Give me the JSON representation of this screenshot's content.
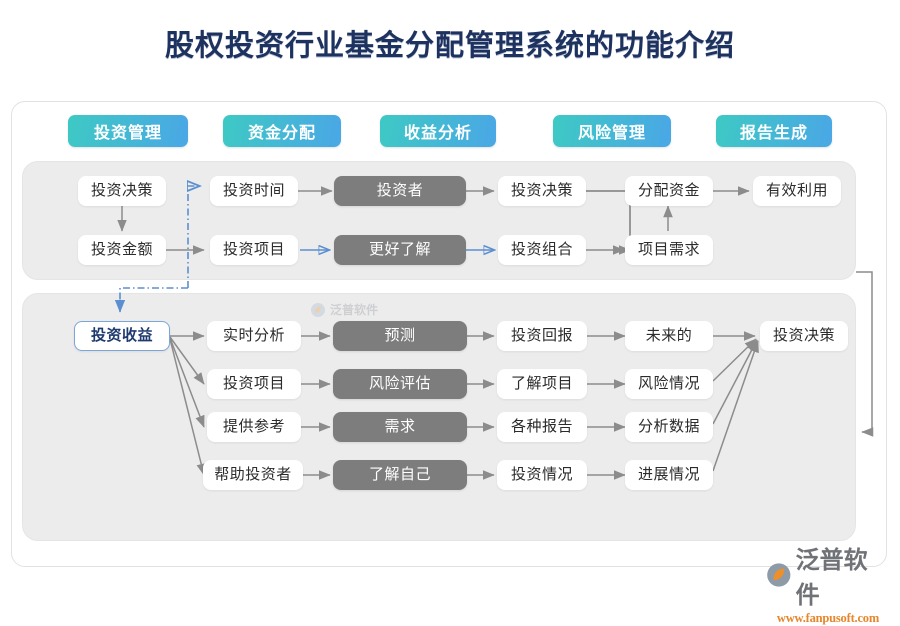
{
  "title": "股权投资行业基金分配管理系统的功能介绍",
  "tabs": [
    {
      "label": "投资管理"
    },
    {
      "label": "资金分配"
    },
    {
      "label": "收益分析"
    },
    {
      "label": "风险管理"
    },
    {
      "label": "报告生成"
    }
  ],
  "panel_top": {
    "nodes": [
      {
        "id": "t-r1c1",
        "label": "投资决策",
        "style": "white"
      },
      {
        "id": "t-r1c2",
        "label": "投资时间",
        "style": "white"
      },
      {
        "id": "t-r1c3",
        "label": "投资者",
        "style": "gray"
      },
      {
        "id": "t-r1c4",
        "label": "投资决策",
        "style": "white"
      },
      {
        "id": "t-r1c5",
        "label": "分配资金",
        "style": "white"
      },
      {
        "id": "t-r1c6",
        "label": "有效利用",
        "style": "white"
      },
      {
        "id": "t-r2c1",
        "label": "投资金额",
        "style": "white"
      },
      {
        "id": "t-r2c2",
        "label": "投资项目",
        "style": "white"
      },
      {
        "id": "t-r2c3",
        "label": "更好了解",
        "style": "gray"
      },
      {
        "id": "t-r2c4",
        "label": "投资组合",
        "style": "white"
      },
      {
        "id": "t-r2c5",
        "label": "项目需求",
        "style": "white"
      }
    ]
  },
  "panel_bottom": {
    "nodes": [
      {
        "id": "b-root",
        "label": "投资收益",
        "style": "accent"
      },
      {
        "id": "b-r1c2",
        "label": "实时分析",
        "style": "white"
      },
      {
        "id": "b-r1c3",
        "label": "预测",
        "style": "gray"
      },
      {
        "id": "b-r1c4",
        "label": "投资回报",
        "style": "white"
      },
      {
        "id": "b-r1c5",
        "label": "未来的",
        "style": "white"
      },
      {
        "id": "b-r1c6",
        "label": "投资决策",
        "style": "white"
      },
      {
        "id": "b-r2c2",
        "label": "投资项目",
        "style": "white"
      },
      {
        "id": "b-r2c3",
        "label": "风险评估",
        "style": "gray"
      },
      {
        "id": "b-r2c4",
        "label": "了解项目",
        "style": "white"
      },
      {
        "id": "b-r2c5",
        "label": "风险情况",
        "style": "white"
      },
      {
        "id": "b-r3c2",
        "label": "提供参考",
        "style": "white"
      },
      {
        "id": "b-r3c3",
        "label": "需求",
        "style": "gray"
      },
      {
        "id": "b-r3c4",
        "label": "各种报告",
        "style": "white"
      },
      {
        "id": "b-r3c5",
        "label": "分析数据",
        "style": "white"
      },
      {
        "id": "b-r4c2",
        "label": "帮助投资者",
        "style": "white"
      },
      {
        "id": "b-r4c3",
        "label": "了解自己",
        "style": "gray"
      },
      {
        "id": "b-r4c4",
        "label": "投资情况",
        "style": "white"
      },
      {
        "id": "b-r4c5",
        "label": "进展情况",
        "style": "white"
      }
    ]
  },
  "watermark": {
    "text": "泛普软件"
  },
  "logo": {
    "name": "泛普软件",
    "url": "www.fanpusoft.com"
  },
  "colors": {
    "title": "#1e3260",
    "tab_gradient_start": "#3ec9c4",
    "tab_gradient_end": "#4aa7e6",
    "panel_bg": "#ececec",
    "gray_node": "#7d7d7d",
    "accent_text": "#1e3a6e",
    "accent_border": "#7ba6d8",
    "connector": "#8c8c8c",
    "connector_blue": "#5b8fd0",
    "logo_orange": "#e8862a"
  }
}
